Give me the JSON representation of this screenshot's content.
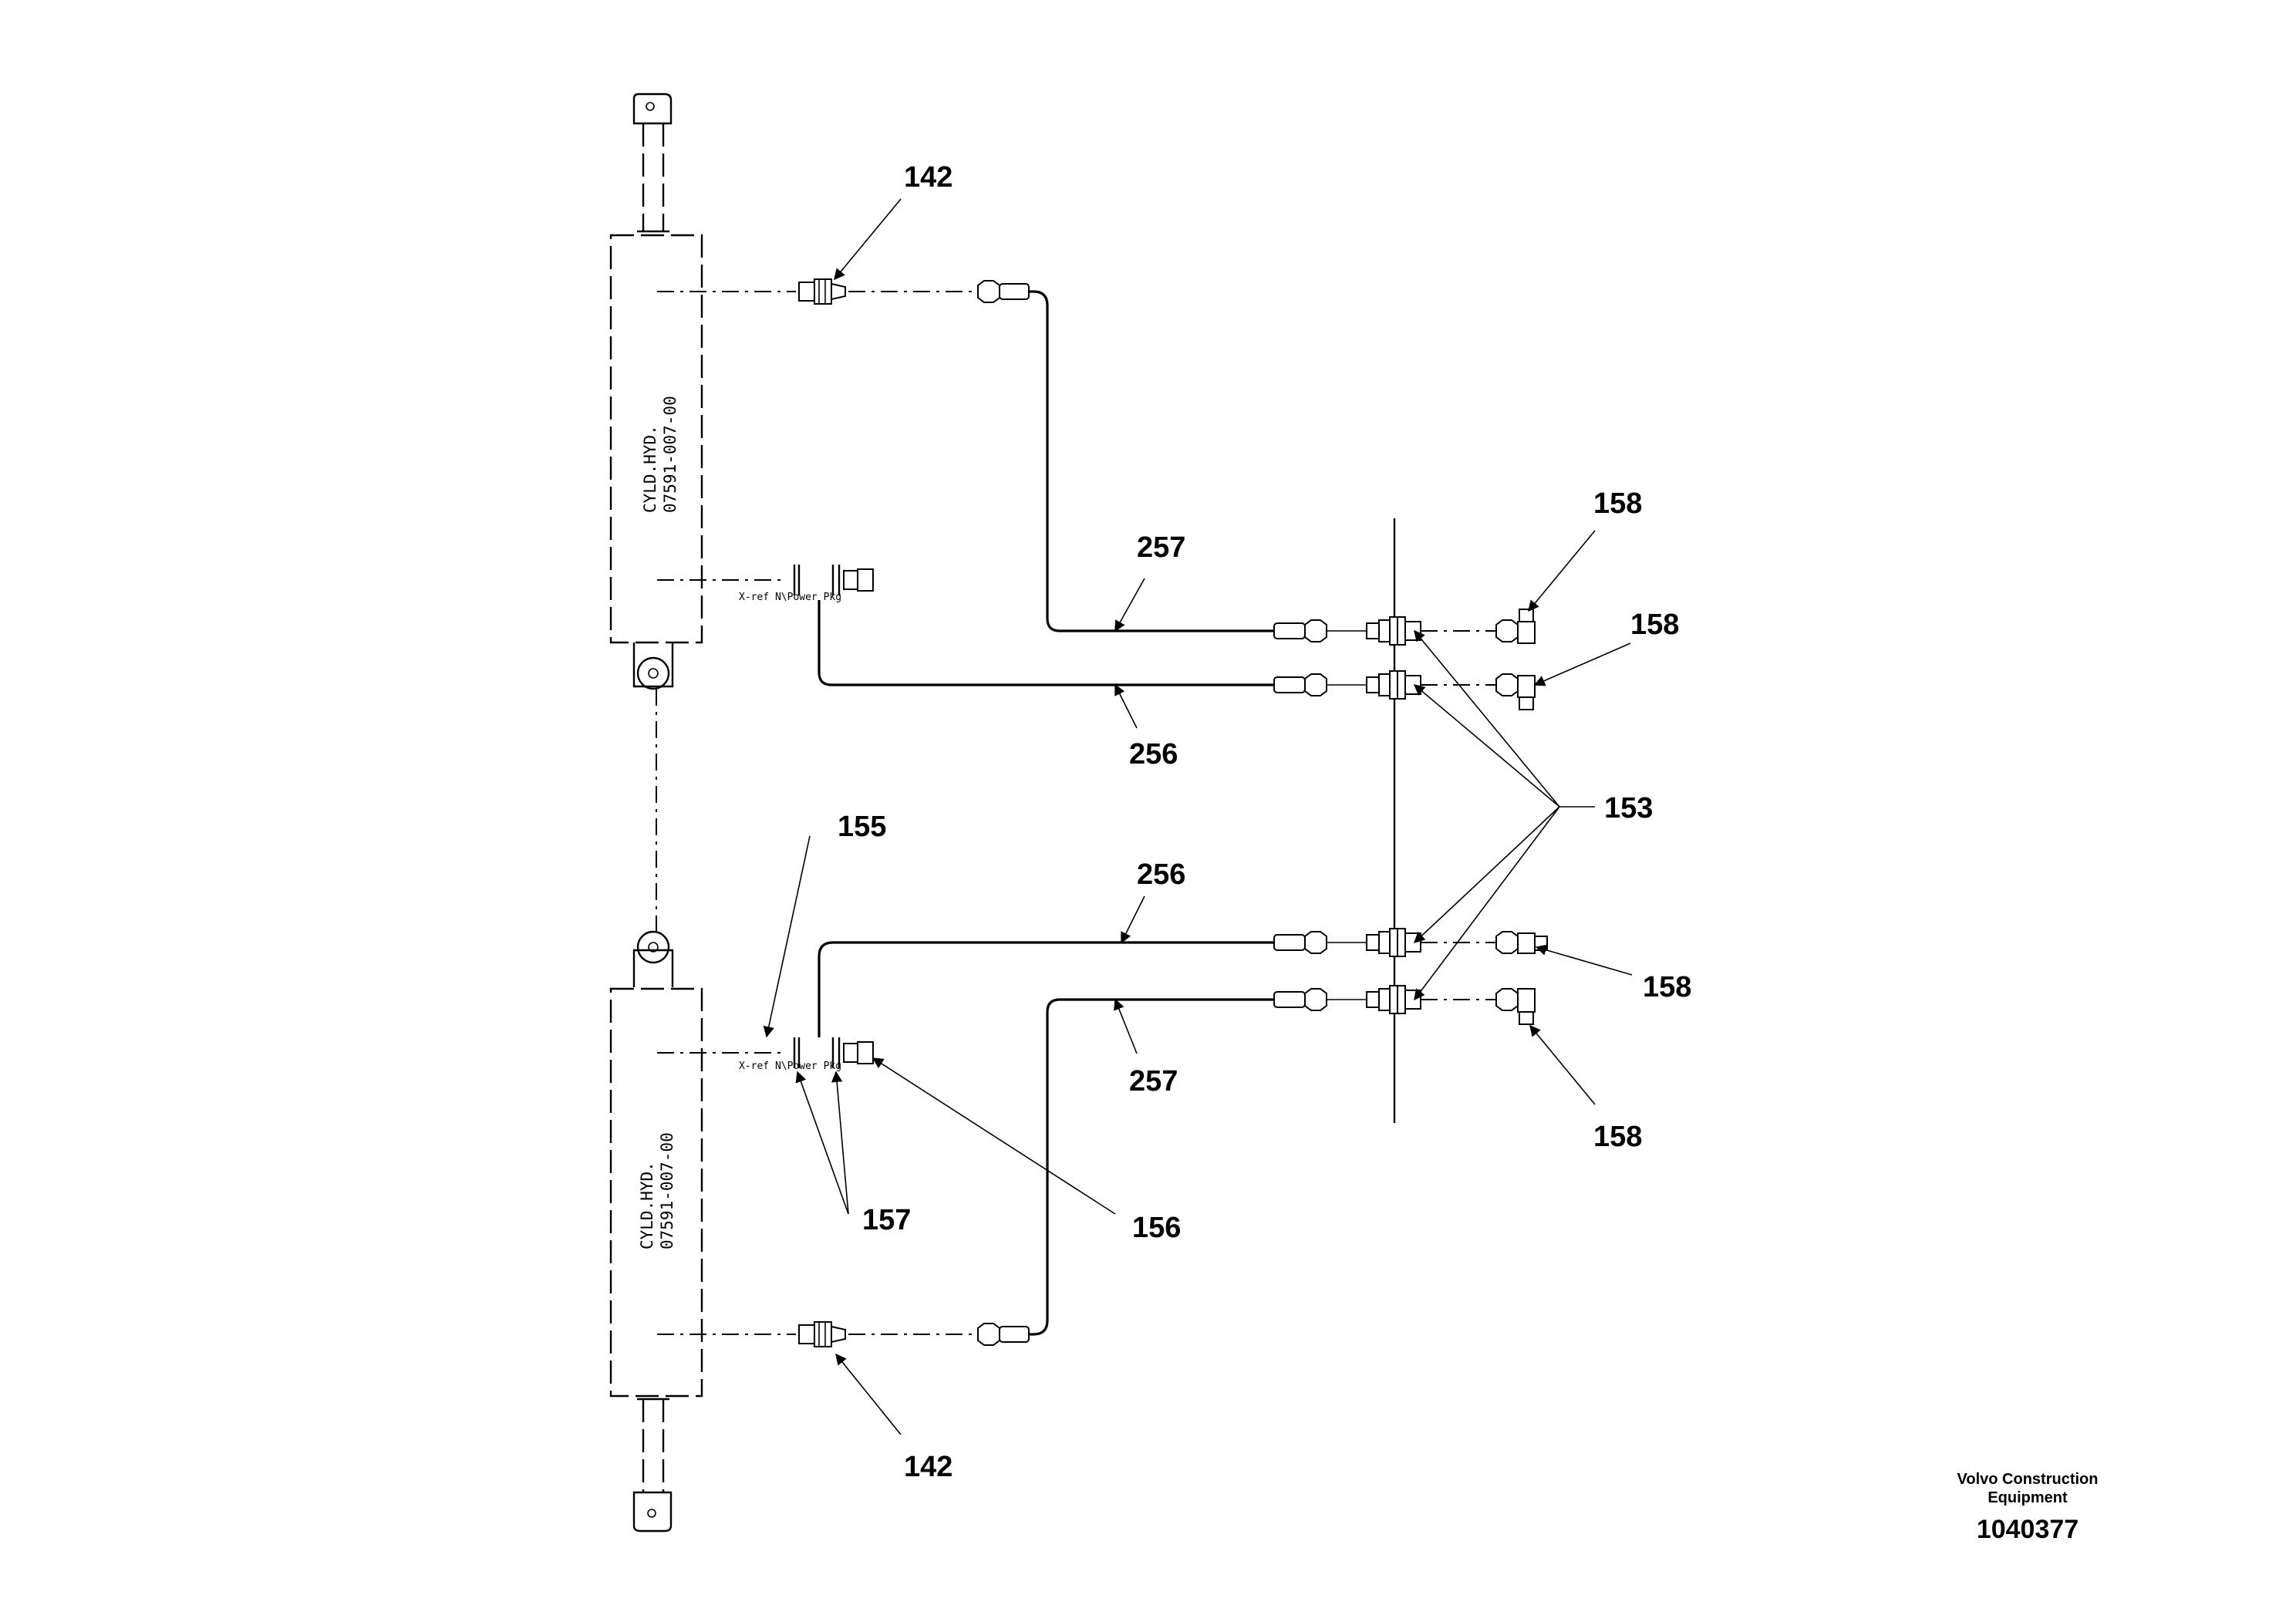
{
  "cylinders": [
    {
      "id": "upper",
      "label_line1": "CYLD.HYD.",
      "label_line2": "07591-007-00"
    },
    {
      "id": "lower",
      "label_line1": "CYLD.HYD.",
      "label_line2": "07591-007-00"
    }
  ],
  "xref_notes": [
    {
      "id": "upper",
      "text": "X-ref N\\Power Pkg"
    },
    {
      "id": "lower",
      "text": "X-ref N\\Power Pkg"
    }
  ],
  "callouts": {
    "c142_top": "142",
    "c142_bottom": "142",
    "c257_top": "257",
    "c256_top": "256",
    "c256_bottom": "256",
    "c257_bottom": "257",
    "c158_1": "158",
    "c158_2": "158",
    "c158_3": "158",
    "c158_4": "158",
    "c153": "153",
    "c155": "155",
    "c157": "157",
    "c156": "156"
  },
  "footer": {
    "brand_line1": "Volvo Construction",
    "brand_line2": "Equipment",
    "document_number": "1040377"
  }
}
